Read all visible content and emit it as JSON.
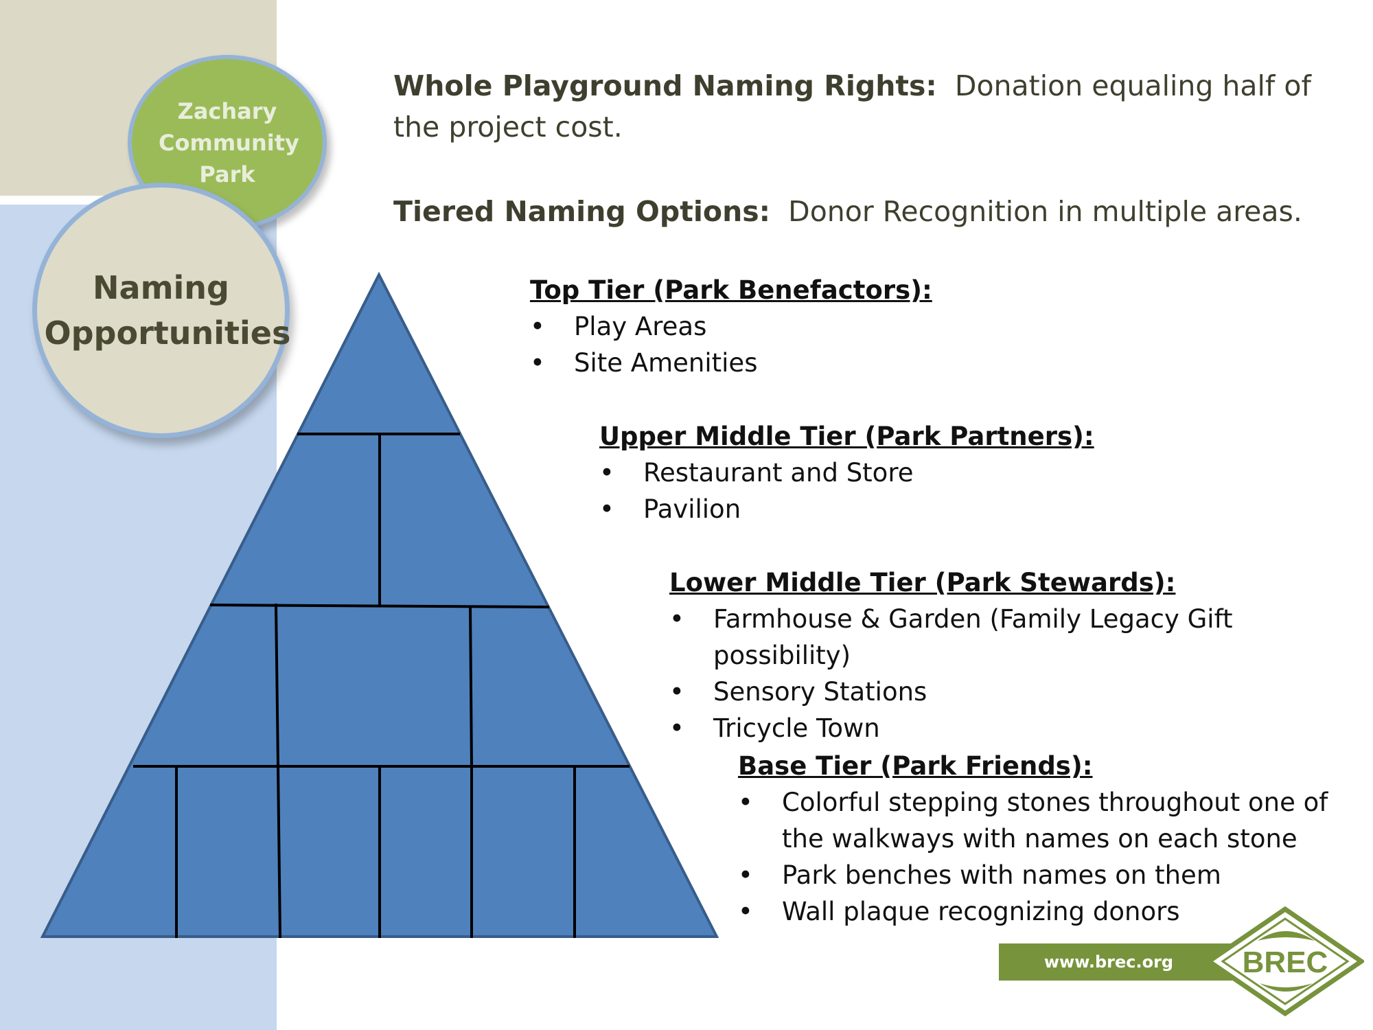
{
  "park_name": "Zachary Community Park",
  "section_title": "Naming Opportunities",
  "whole_playground": {
    "label": "Whole Playground Naming Rights:",
    "text": "Donation equaling half of the project cost."
  },
  "tiered_options": {
    "label": "Tiered Naming Options:",
    "text": "Donor Recognition in multiple areas."
  },
  "tiers": [
    {
      "heading": "Top Tier (Park Benefactors):",
      "items": [
        "Play Areas",
        "Site Amenities"
      ]
    },
    {
      "heading": "Upper Middle Tier (Park Partners):",
      "items": [
        "Restaurant and Store",
        "Pavilion"
      ]
    },
    {
      "heading": "Lower Middle Tier (Park Stewards):",
      "items": [
        "Farmhouse & Garden (Family Legacy Gift possibility)",
        "Sensory Stations",
        "Tricycle Town"
      ]
    },
    {
      "heading": "Base Tier (Park Friends):",
      "items": [
        "Colorful stepping stones throughout one of the walkways with names on each stone",
        "Park benches with names on them",
        "Wall plaque recognizing donors"
      ]
    }
  ],
  "footer": {
    "url": "www.brec.org",
    "logo_text": "BREC"
  },
  "colors": {
    "pyramid": "#4f81bd",
    "green": "#9bbb59",
    "dark_green": "#77933c",
    "tan": "#dcd9c6",
    "light_blue": "#c6d7ee"
  }
}
